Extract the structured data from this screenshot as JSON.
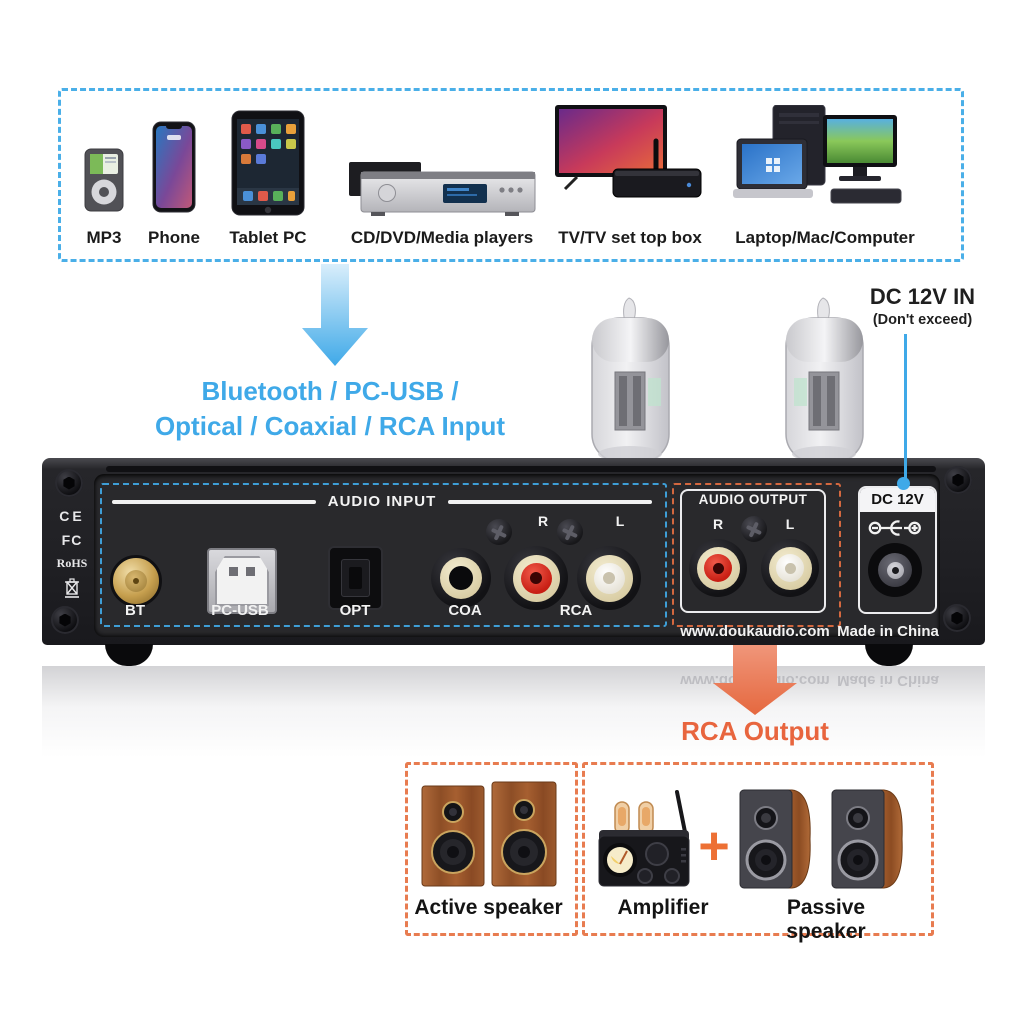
{
  "colors": {
    "blue_accent": "#3fa9e8",
    "blue_dash": "#4aafe8",
    "orange_dash": "#e87c50",
    "orange_text": "#e8653e",
    "plus_orange": "#ed7034"
  },
  "sources": {
    "items": [
      {
        "label": "MP3"
      },
      {
        "label": "Phone"
      },
      {
        "label": "Tablet PC"
      },
      {
        "label": "CD/DVD/Media players"
      },
      {
        "label": "TV/TV set top box"
      },
      {
        "label": "Laptop/Mac/Computer"
      }
    ]
  },
  "input_heading": {
    "line1": "Bluetooth / PC-USB /",
    "line2": "Optical / Coaxial / RCA Input"
  },
  "dc_note": {
    "title": "DC 12V IN",
    "subtitle": "(Don't exceed)"
  },
  "rear_panel": {
    "input_section_title": "AUDIO INPUT",
    "ports": {
      "bt": "BT",
      "usb": "PC-USB",
      "opt": "OPT",
      "coa": "COA",
      "rca": "RCA"
    },
    "in_right": "R",
    "in_left": "L",
    "output_section_title": "AUDIO OUTPUT",
    "out_right": "R",
    "out_left": "L",
    "website": "www.doukaudio.com",
    "dc_label": "DC 12V",
    "made_in": "Made in China",
    "certifications": [
      "CE",
      "FC",
      "RoHS"
    ]
  },
  "rca_output_label": "RCA Output",
  "outputs": {
    "active_label": "Active speaker",
    "amplifier_label": "Amplifier",
    "plus": "+",
    "passive_label": "Passive speaker"
  }
}
